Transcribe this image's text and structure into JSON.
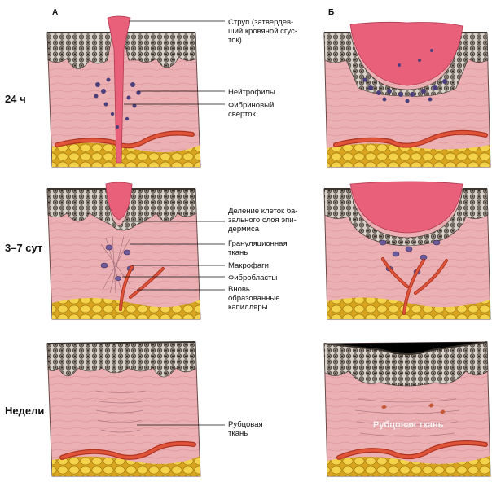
{
  "panels": {
    "left": "А",
    "right": "Б"
  },
  "rows": [
    {
      "time": "24 ч"
    },
    {
      "time": "3–7 сут"
    },
    {
      "time": "Недели"
    }
  ],
  "annotations": {
    "row1": [
      [
        "Струп (затвердев-",
        "ший кровяной сгус-",
        "ток)"
      ],
      [
        "Нейтрофилы"
      ],
      [
        "Фибриновый",
        "сверток"
      ]
    ],
    "row2": [
      [
        "Деление клеток ба-",
        "зального слоя эпи-",
        "дермиса"
      ],
      [
        "Грануляционная",
        "ткань"
      ],
      [
        "Макрофаги"
      ],
      [
        "Фибробласты"
      ],
      [
        "Вновь",
        "образованные",
        "капилляры"
      ]
    ],
    "row3": [
      [
        "Рубцовая",
        "ткань"
      ]
    ]
  },
  "scar_label": "Рубцовая ткань",
  "colors": {
    "dermis": "#e8a9ad",
    "epidermis_cells": "#7d736c",
    "scab": "#e8607a",
    "fat": "#f0c93a",
    "vessel": "#d8462c",
    "neutrophil": "#4a3f7a"
  }
}
